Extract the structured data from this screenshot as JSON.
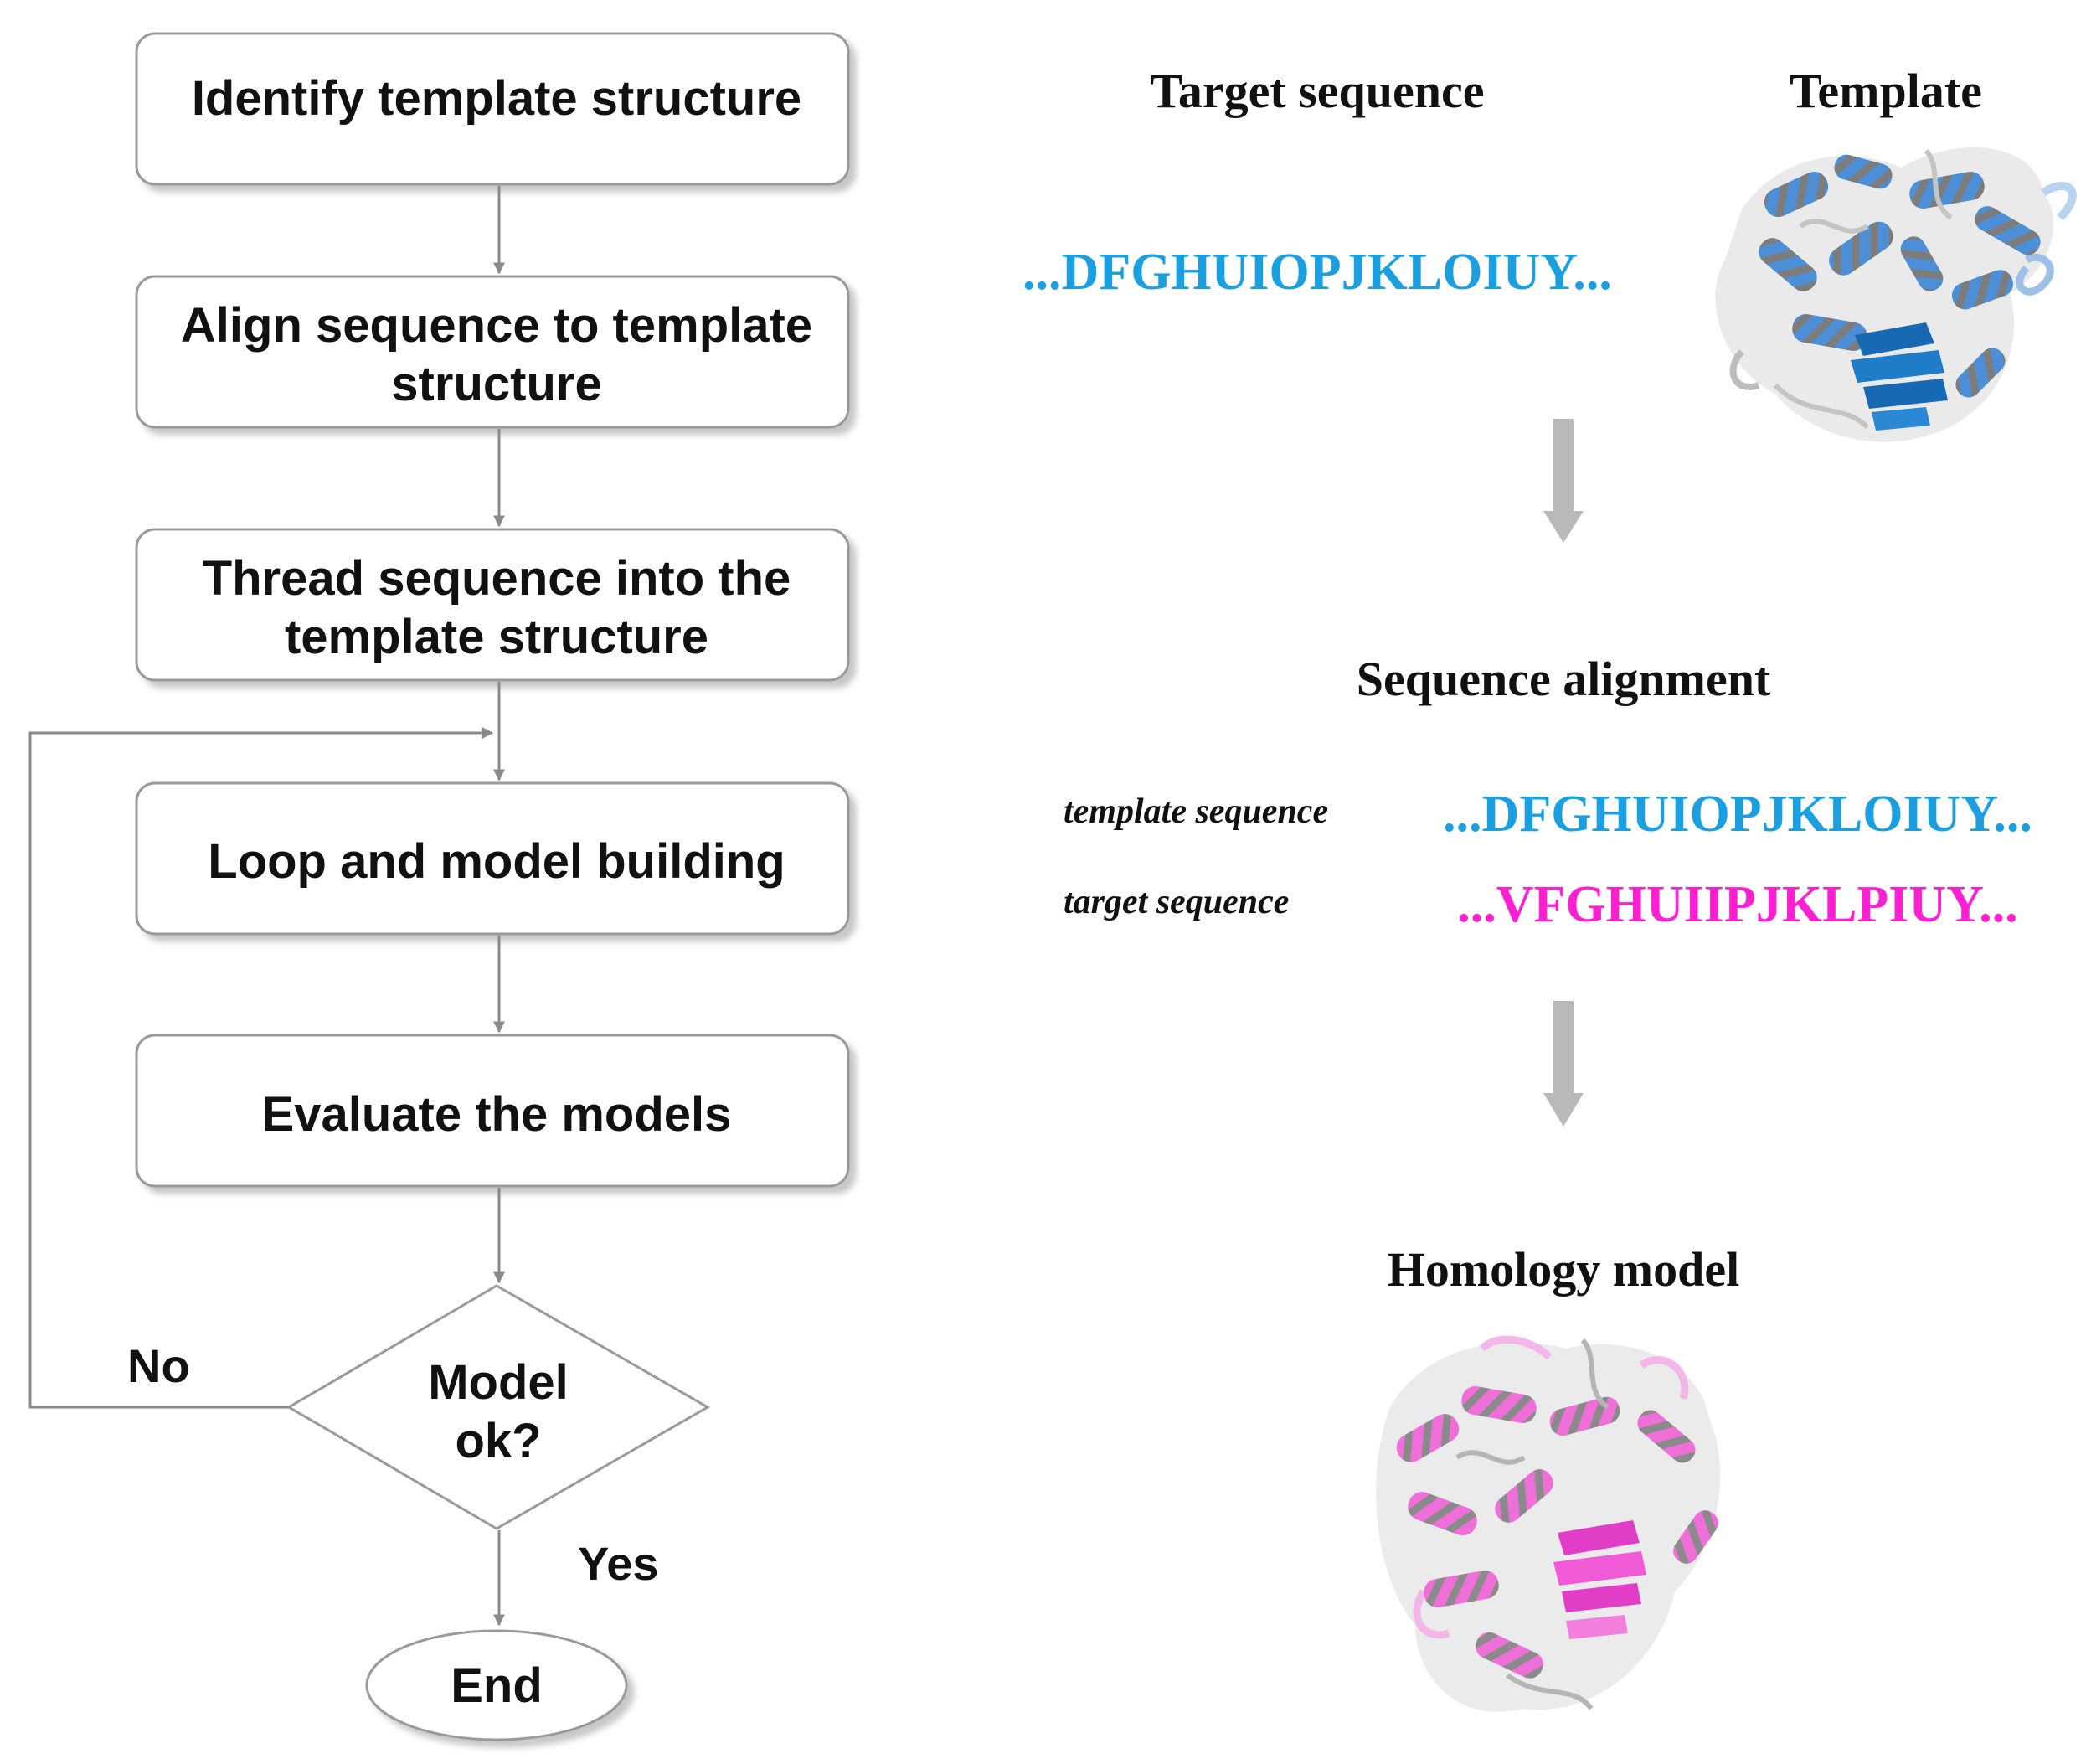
{
  "flowchart": {
    "step1": "Identify template structure",
    "step2_line1": "Align sequence to template",
    "step2_line2": "structure",
    "step3_line1": "Thread sequence into the",
    "step3_line2": "template structure",
    "step4": "Loop and model building",
    "step5": "Evaluate the models",
    "decision_line1": "Model",
    "decision_line2": "ok?",
    "no_label": "No",
    "yes_label": "Yes",
    "end_label": "End"
  },
  "workflow": {
    "target_sequence_heading": "Target sequence",
    "template_heading": "Template",
    "target_sequence_value": "...DFGHUIOPJKLOIUY...",
    "alignment_heading": "Sequence alignment",
    "template_sequence_label": "template sequence",
    "template_sequence_value": "...DFGHUIOPJKLOIUY...",
    "target_sequence_label": "target sequence",
    "target_sequence_aligned": "...VFGHUIIPJKLPIUY...",
    "homology_heading": "Homology model"
  },
  "colors": {
    "template_blue": "#1a9fe0",
    "target_magenta": "#ff1fd2",
    "arrow_gray": "#b9b9b9",
    "line_gray": "#8a8a8a"
  }
}
